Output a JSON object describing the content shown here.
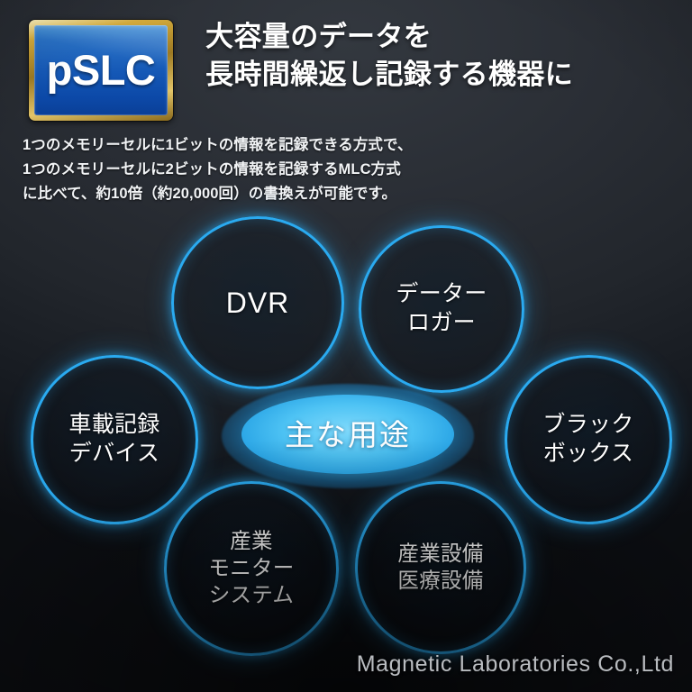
{
  "header": {
    "logo_text": "pSLC",
    "headline_lines": [
      "大容量のデータを",
      "長時間繰返し記録する機器に"
    ],
    "lede_lines": [
      "1つのメモリーセルに1ビットの情報を記録できる方式で、",
      "1つのメモリーセルに2ビットの情報を記録するMLC方式",
      "に比べて、約10倍（約20,000回）の書換えが可能です。"
    ]
  },
  "diagram": {
    "center_label": "主な用途",
    "bubbles": [
      {
        "id": "dvr",
        "lines": [
          "DVR"
        ]
      },
      {
        "id": "logger",
        "lines": [
          "データー",
          "ロガー"
        ]
      },
      {
        "id": "vehicle",
        "lines": [
          "車載記録",
          "デバイス"
        ]
      },
      {
        "id": "blackbox",
        "lines": [
          "ブラック",
          "ボックス"
        ]
      },
      {
        "id": "monitor",
        "lines": [
          "産業",
          "モニター",
          "システム"
        ]
      },
      {
        "id": "facility",
        "lines": [
          "産業設備",
          "医療設備"
        ]
      }
    ]
  },
  "footer": {
    "company": "Magnetic Laboratories Co.,Ltd"
  },
  "colors": {
    "accent_cyan": "#2aaaf0",
    "center_fill": "#4ec3f4",
    "logo_blue": "#1558b6",
    "logo_gold": "#d4ab3c",
    "background_top": "#2b2f36",
    "background_bottom": "#08090c",
    "text_white": "#ffffff",
    "footer_gray": "#b9bcc0"
  }
}
